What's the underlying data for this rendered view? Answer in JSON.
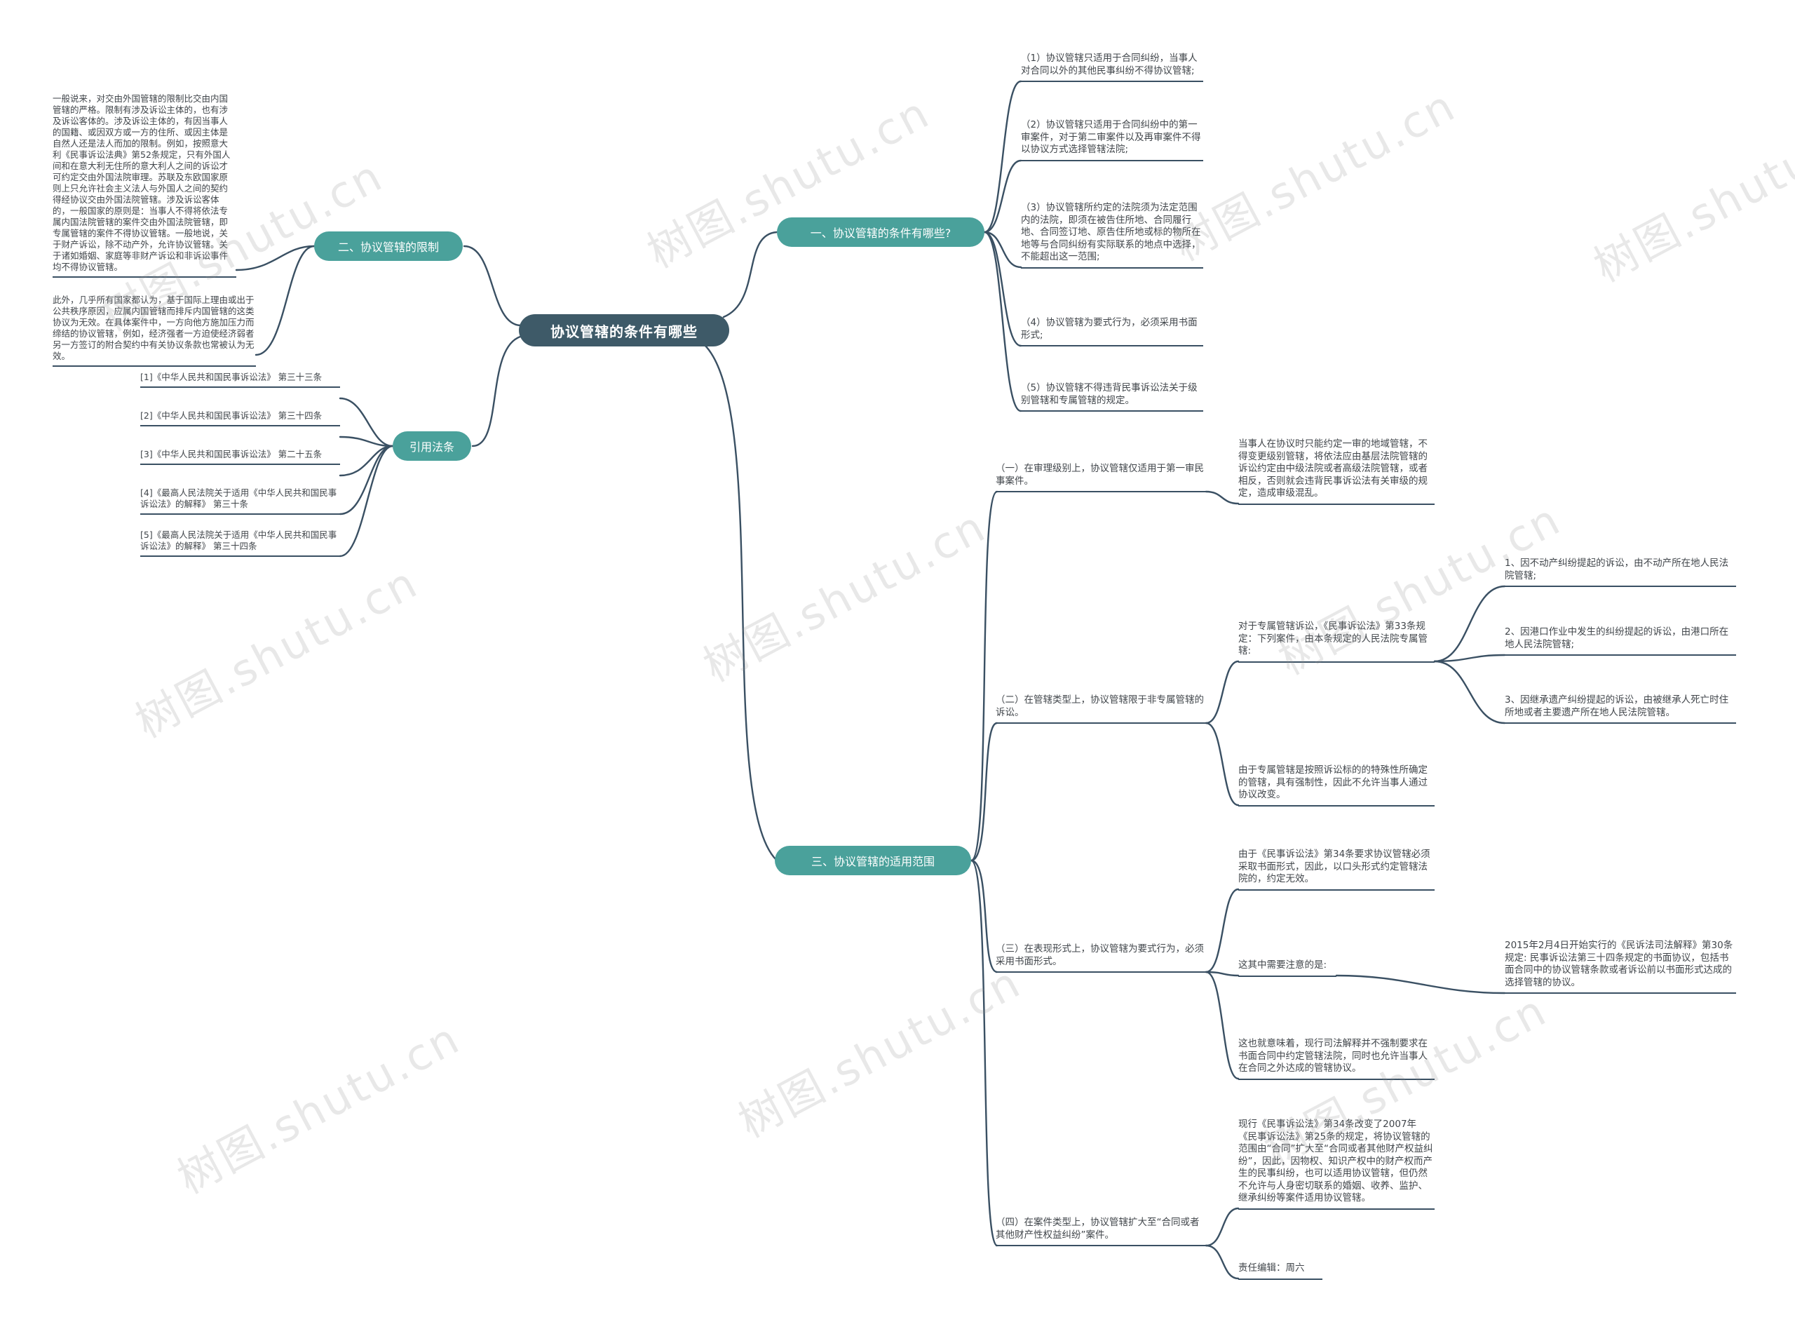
{
  "watermark": "树图.shutu.cn",
  "root": "协议管辖的条件有哪些",
  "colors": {
    "root_bg": "#3e5a68",
    "branch_bg": "#4aa19b",
    "line": "#3a5063",
    "text": "#41464b",
    "watermark": "#8f8f8f"
  },
  "branch1": {
    "label": "一、协议管辖的条件有哪些?",
    "items": [
      "（1）协议管辖只适用于合同纠纷，当事人对合同以外的其他民事纠纷不得协议管辖;",
      "（2）协议管辖只适用于合同纠纷中的第一审案件，对于第二审案件以及再审案件不得以协议方式选择管辖法院;",
      "（3）协议管辖所约定的法院须为法定范围内的法院，即须在被告住所地、合同履行地、合同签订地、原告住所地或标的物所在地等与合同纠纷有实际联系的地点中选择，不能超出这一范围;",
      "（4）协议管辖为要式行为，必须采用书面形式;",
      "（5）协议管辖不得违背民事诉讼法关于级别管辖和专属管辖的规定。"
    ]
  },
  "branch2": {
    "label": "二、协议管辖的限制",
    "items": [
      "一般说来，对交由外国管辖的限制比交由内国管辖的严格。限制有涉及诉讼主体的，也有涉及诉讼客体的。涉及诉讼主体的，有因当事人的国籍、或因双方或一方的住所、或因主体是自然人还是法人而加的限制。例如，按照意大利《民事诉讼法典》第52条规定，只有外国人间和在意大利无住所的意大利人之间的诉讼才可约定交由外国法院审理。苏联及东欧国家原则上只允许社会主义法人与外国人之间的契约得经协议交由外国法院管辖。涉及诉讼客体的，一般国家的原则是：当事人不得将依法专属内国法院管辖的案件交由外国法院管辖，即专属管辖的案件不得协议管辖。一般地说，关于财产诉讼，除不动产外，允许协议管辖。关于诸如婚姻、家庭等非财产诉讼和非诉讼事件均不得协议管辖。",
      "此外，几乎所有国家都认为，基于国际上理由或出于公共秩序原因，应属内国管辖而排斥内国管辖的这类协议为无效。在具体案件中，一方向他方施加压力而缔结的协议管辖，例如，经济强者一方迫使经济弱者另一方签订的附合契约中有关协议条款也常被认为无效。"
    ]
  },
  "branch3": {
    "label": "引用法条",
    "items": [
      "[1]《中华人民共和国民事诉讼法》 第三十三条",
      "[2]《中华人民共和国民事诉讼法》 第三十四条",
      "[3]《中华人民共和国民事诉讼法》 第二十五条",
      "[4]《最高人民法院关于适用《中华人民共和国民事诉讼法》的解释》 第三十条",
      "[5]《最高人民法院关于适用《中华人民共和国民事诉讼法》的解释》 第三十四条"
    ]
  },
  "branch4": {
    "label": "三、协议管辖的适用范围",
    "sections": [
      {
        "title": "（一）在审理级别上，协议管辖仅适用于第一审民事案件。",
        "notes": [
          "当事人在协议时只能约定一审的地域管辖，不得变更级别管辖，将依法应由基层法院管辖的诉讼约定由中级法院或者高级法院管辖，或者相反，否则就会违背民事诉讼法有关审级的规定，造成审级混乱。"
        ]
      },
      {
        "title": "（二）在管辖类型上，协议管辖限于非专属管辖的诉讼。",
        "notes": [
          "对于专属管辖诉讼，《民事诉讼法》第33条规定：下列案件，由本条规定的人民法院专属管辖:",
          "由于专属管辖是按照诉讼标的的特殊性所确定的管辖，具有强制性，因此不允许当事人通过协议改变。"
        ],
        "sub": [
          "1、因不动产纠纷提起的诉讼，由不动产所在地人民法院管辖;",
          "2、因港口作业中发生的纠纷提起的诉讼，由港口所在地人民法院管辖;",
          "3、因继承遗产纠纷提起的诉讼，由被继承人死亡时住所地或者主要遗产所在地人民法院管辖。"
        ]
      },
      {
        "title": "（三）在表现形式上，协议管辖为要式行为，必须采用书面形式。",
        "notes": [
          "由于《民事诉讼法》第34条要求协议管辖必须采取书面形式，因此，以口头形式约定管辖法院的，约定无效。",
          "这其中需要注意的是:",
          "这也就意味着，现行司法解释并不强制要求在书面合同中约定管辖法院，同时也允许当事人在合同之外达成的管辖协议。"
        ],
        "sub": [
          "2015年2月4日开始实行的《民诉法司法解释》第30条规定: 民事诉讼法第三十四条规定的书面协议，包括书面合同中的协议管辖条款或者诉讼前以书面形式达成的选择管辖的协议。"
        ]
      },
      {
        "title": "（四）在案件类型上，协议管辖扩大至“合同或者其他财产性权益纠纷”案件。",
        "notes": [
          "现行《民事诉讼法》第34条改变了2007年《民事诉讼法》第25条的规定，将协议管辖的范围由“合同”扩大至“合同或者其他财产权益纠纷”，因此，因物权、知识产权中的财产权而产生的民事纠纷，也可以适用协议管辖，但仍然不允许与人身密切联系的婚姻、收养、监护、继承纠纷等案件适用协议管辖。",
          "责任编辑：周六"
        ]
      }
    ]
  }
}
